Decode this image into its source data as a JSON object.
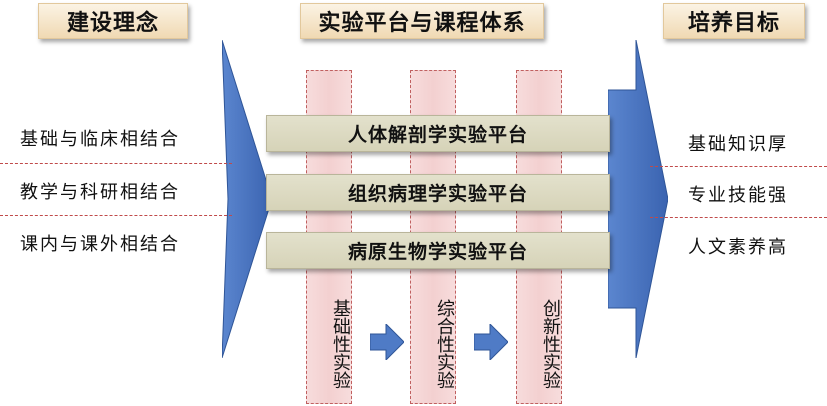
{
  "headers": {
    "philosophy": "建设理念",
    "platform": "实验平台与课程体系",
    "goals": "培养目标"
  },
  "philosophy_items": [
    "基础与临床相结合",
    "教学与科研相结合",
    "课内与课外相结合"
  ],
  "platforms": [
    "人体解剖学实验平台",
    "组织病理学实验平台",
    "病原生物学实验平台"
  ],
  "experiment_types": [
    "基础性实验",
    "综合性实验",
    "创新性实验"
  ],
  "goal_items": [
    "基础知识厚",
    "专业技能强",
    "人文素养高"
  ],
  "colors": {
    "arrow_blue": "#4472c4",
    "pillar_pink": "#f4d3d3",
    "platform_bar": "#dcd9c0",
    "header_box": "#f5e4c8",
    "dash_red": "#c04a4a"
  }
}
